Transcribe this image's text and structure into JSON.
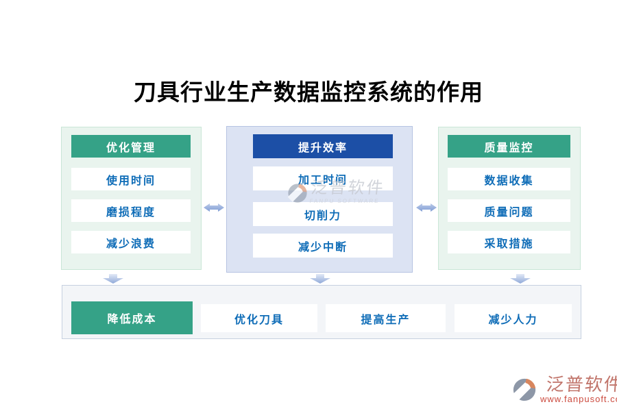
{
  "title": "刀具行业生产数据监控系统的作用",
  "columns": [
    {
      "header": "优化管理",
      "accent": "#35a287",
      "items": [
        "使用时间",
        "磨损程度",
        "减少浪费"
      ]
    },
    {
      "header": "提升效率",
      "accent": "#1c4fa6",
      "items": [
        "加工时间",
        "切削力",
        "减少中断"
      ]
    },
    {
      "header": "质量监控",
      "accent": "#35a287",
      "items": [
        "数据收集",
        "质量问题",
        "采取措施"
      ]
    }
  ],
  "bottom_row": {
    "items": [
      {
        "label": "降低成本",
        "highlight": true
      },
      {
        "label": "优化刀具",
        "highlight": false
      },
      {
        "label": "提高生产",
        "highlight": false
      },
      {
        "label": "减少人力",
        "highlight": false
      }
    ]
  },
  "watermark_center": {
    "brand": "泛普软件",
    "subtitle": "FANPU SOFTWARE"
  },
  "watermark_footer": {
    "brand": "泛普软件",
    "url": "www.fanpusoft.com"
  },
  "colors": {
    "green_accent": "#35a287",
    "blue_accent": "#1c4fa6",
    "item_text": "#0e6cb7",
    "panel_green_bg": "#e9f4ee",
    "panel_blue_bg": "#dce3f3",
    "bottom_bar_bg": "#f3f5f8",
    "arrow": "#8fa9d9",
    "logo_gray": "#8d97a7",
    "logo_orange": "#d8865e"
  }
}
